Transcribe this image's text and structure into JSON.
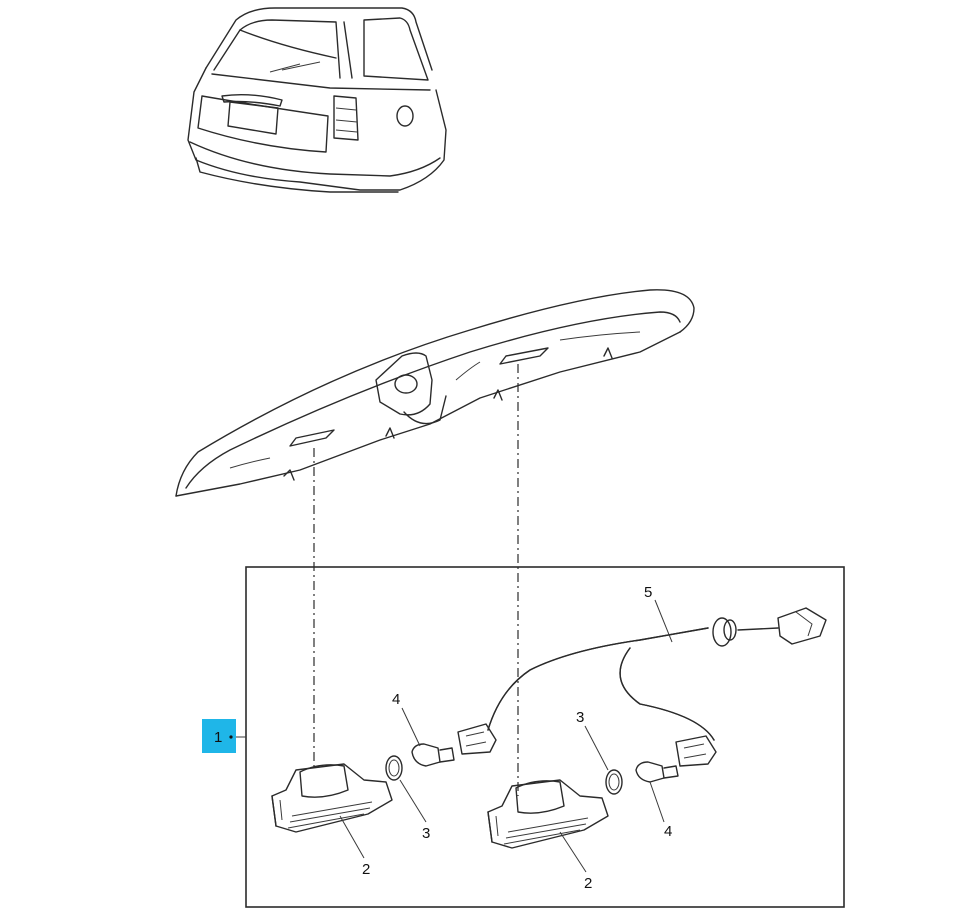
{
  "callouts": {
    "assembly": "1",
    "lamp_left": "2",
    "lamp_right": "2",
    "gasket_left": "3",
    "gasket_right": "3",
    "bulb_left": "4",
    "bulb_right": "4",
    "harness": "5"
  },
  "colors": {
    "line": "#2b2b2b",
    "badge": "#1fb6e8",
    "background": "#ffffff"
  }
}
